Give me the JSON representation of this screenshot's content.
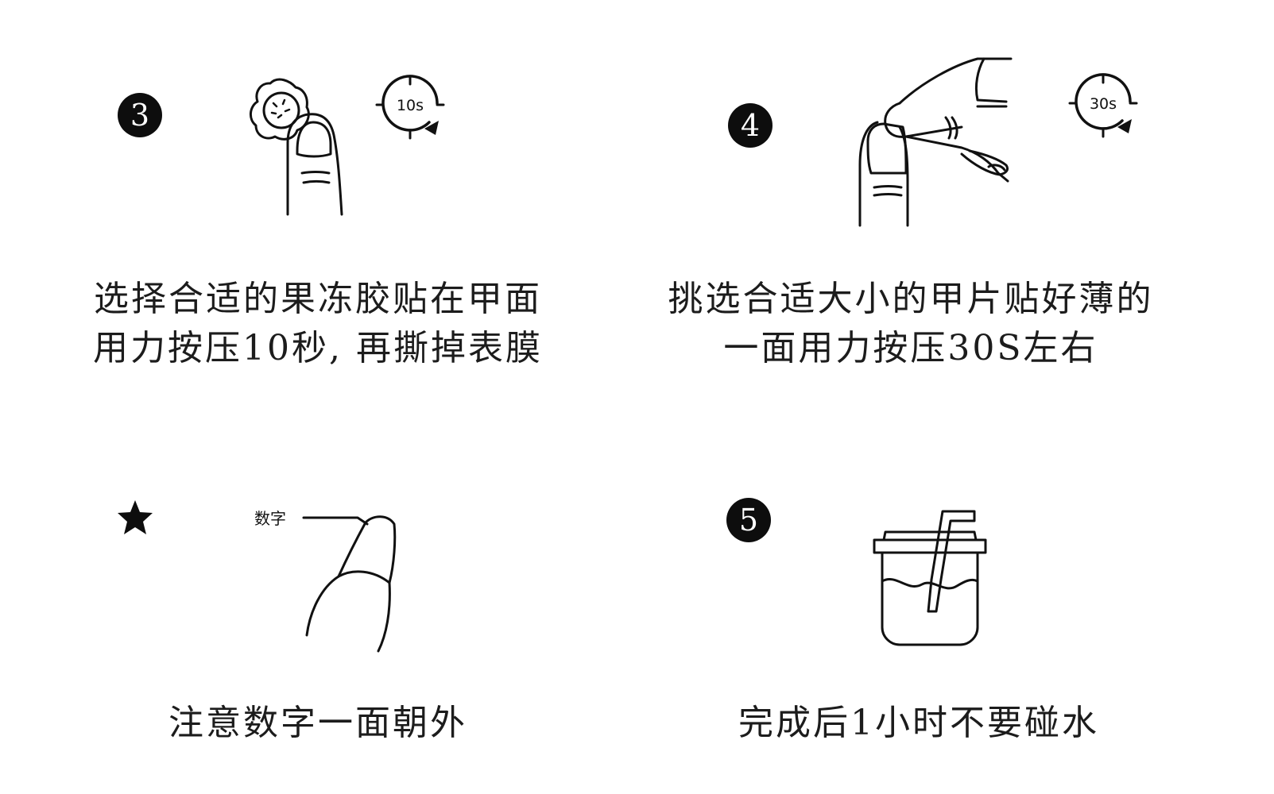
{
  "steps": {
    "step3": {
      "badge": "3",
      "timer": "10s",
      "caption_line1": "选择合适的果冻胶贴在甲面",
      "caption_line2": "用力按压10秒, 再撕掉表膜"
    },
    "step4": {
      "badge": "4",
      "timer": "30s",
      "caption_line1": "挑选合适大小的甲片贴好薄的",
      "caption_line2": "一面用力按压30S左右"
    },
    "note": {
      "marker_icon": "star-icon",
      "label": "数字",
      "caption": "注意数字一面朝外"
    },
    "step5": {
      "badge": "5",
      "caption": "完成后1小时不要碰水"
    }
  },
  "icons": {
    "step3_illustration": "finger-with-jelly-sticker-icon",
    "step3_timer": "timer-icon",
    "step4_illustration": "fingers-pressing-nail-icon",
    "step4_timer": "timer-icon",
    "note_illustration": "fingertip-nail-side-icon",
    "step5_illustration": "cup-with-straw-icon"
  },
  "colors": {
    "ink": "#0d0d0d",
    "background": "#ffffff",
    "text": "#1c1c1c"
  }
}
